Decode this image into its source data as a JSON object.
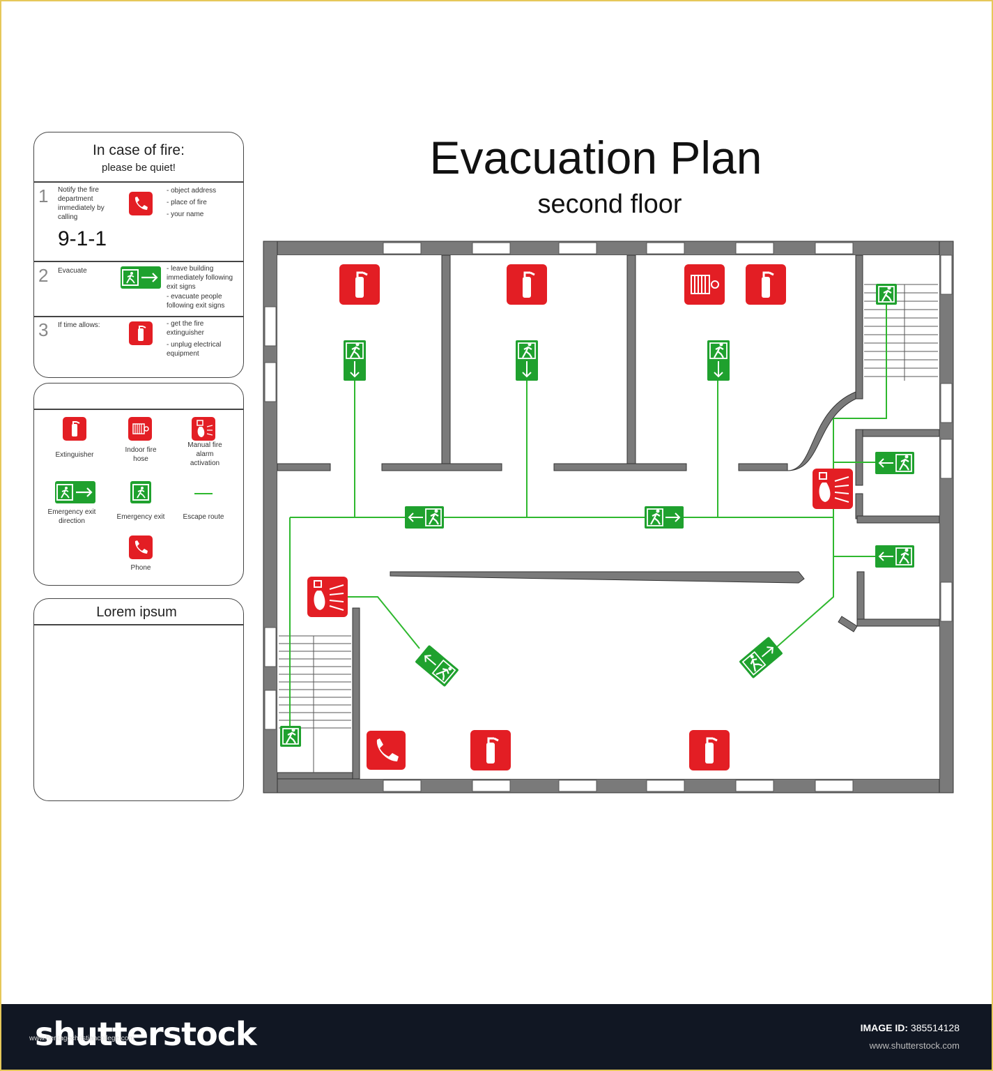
{
  "title": "Evacuation Plan",
  "subtitle": "second floor",
  "instructions": {
    "heading": "In case of fire:",
    "subheading": "please be quiet!",
    "steps": [
      {
        "num": "1",
        "label": "Notify the fire department immediately by calling",
        "number": "9-1-1",
        "notes": [
          "- object address",
          "- place of fire",
          "- your name"
        ]
      },
      {
        "num": "2",
        "label": "Evacuate",
        "notes": [
          "- leave building immediately following exit signs",
          "- evacuate people following exit signs"
        ]
      },
      {
        "num": "3",
        "label": "If time allows:",
        "notes": [
          "- get the fire extinguisher",
          "- unplug electrical equipment"
        ]
      }
    ]
  },
  "legend": {
    "items": [
      "Extinguisher",
      "Indoor fire hose",
      "Manual fire alarm activation",
      "Emergency exit direction",
      "Emergency exit",
      "Escape route",
      "Phone"
    ]
  },
  "notes_panel": {
    "heading": "Lorem ipsum"
  },
  "footer": {
    "brand": "shutterstock",
    "image_id_label": "IMAGE ID:",
    "image_id": "385514128",
    "url": "www.shutterstock.com",
    "watermark": "www.heritagechristiancollege.com"
  },
  "colors": {
    "fire_red": "#e31e24",
    "exit_green": "#1fa12e",
    "wall_gray": "#7a7a7a",
    "route_green": "#2eb82e"
  }
}
